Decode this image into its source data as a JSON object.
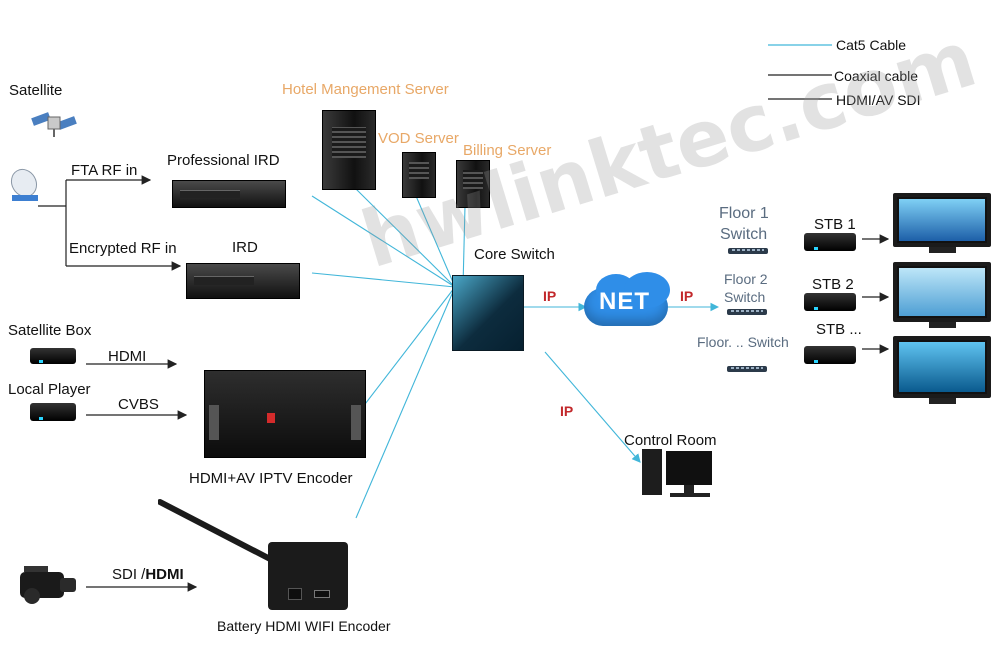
{
  "legend": {
    "cat5": "Cat5 Cable",
    "coaxial": "Coaxial cable",
    "hdmi_av_sdi": "HDMI/AV SDI"
  },
  "colors": {
    "cat5": "#41b6d9",
    "coaxial": "#222222",
    "ip_label": "#c2282b",
    "server_label": "#e8a867",
    "floor_label": "#5a6c80",
    "net_cloud": "#2f8ee8"
  },
  "inputs": {
    "satellite": "Satellite",
    "fta_rf_in": "FTA RF in",
    "encrypted_rf_in": "Encrypted RF in",
    "satellite_box": "Satellite Box",
    "local_player": "Local Player",
    "hdmi_link": "HDMI",
    "cvbs_link": "CVBS",
    "sdi_hdmi_prefix": "SDI /",
    "sdi_hdmi_suffix": "HDMI"
  },
  "devices": {
    "professional_ird": "Professional IRD",
    "ird": "IRD",
    "hotel_server": "Hotel Mangement Server",
    "vod_server": "VOD Server",
    "billing_server": "Billing Server",
    "core_switch": "Core Switch",
    "hdmi_av_encoder": "HDMI+AV IPTV Encoder",
    "wifi_encoder": "Battery HDMI WIFI Encoder",
    "control_room": "Control Room",
    "net": "NET",
    "ip": "IP"
  },
  "floors": {
    "floor1": [
      "Floor 1",
      "Switch"
    ],
    "floor2": [
      "Floor 2",
      "Switch"
    ],
    "floor_n": "Floor. .. Switch"
  },
  "stbs": [
    "STB 1",
    "STB 2",
    "STB ..."
  ],
  "watermark": "hwlinktec.com"
}
